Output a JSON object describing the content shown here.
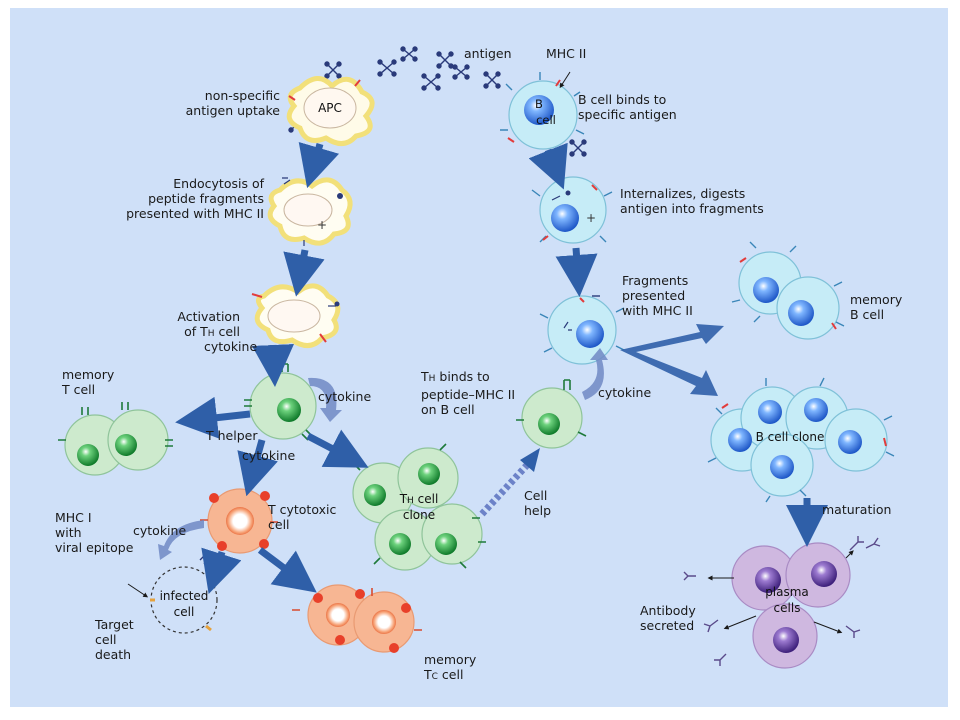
{
  "labels": {
    "antigen": "antigen",
    "mhc2_top": "MHC II",
    "b_binds": "B cell binds to\nspecific antigen",
    "nonspecific": "non-specific\nantigen uptake",
    "endocytosis": "Endocytosis of\npeptide fragments\npresented with MHC II",
    "activation_1": "Activation",
    "activation_2": "of T",
    "activation_sub": "H",
    "activation_3": " cell",
    "internalizes": "Internalizes, digests\nantigen into fragments",
    "fragments": "Fragments\npresented\nwith MHC II",
    "memory_b": "memory\nB cell",
    "cytokine_1": "cytokine",
    "cytokine_2": "cytokine",
    "cytokine_3": "cytokine",
    "cytokine_4": "cytokine",
    "cytokine_5": "cytokine",
    "memory_t": "memory\nT cell",
    "t_helper": "T helper",
    "th_binds_pre": "T",
    "th_binds_sub": "H",
    "th_binds_rest": " binds to\npeptide–MHC II\non B cell",
    "b_clone": "B cell clone",
    "t_cytotoxic": "T cytotoxic\ncell",
    "th_clone_pre": "T",
    "th_clone_sub": "H",
    "th_clone_rest": " cell\nclone",
    "cell_help": "Cell\nhelp",
    "maturation": "maturation",
    "mhc1": "MHC I\nwith\nviral epitope",
    "infected": "infected\ncell",
    "target_death": "Target\ncell\ndeath",
    "memory_tc_1": "memory",
    "memory_tc_2": "T",
    "memory_tc_sub": "C",
    "memory_tc_3": " cell",
    "antibody": "Antibody\nsecreted",
    "plasma": "plasma\ncells"
  },
  "cell_text": {
    "apc": "APC",
    "b_cell": "B\ncell"
  },
  "colors": {
    "background": "#cfe0f8",
    "arrow": "#2f5fa8",
    "apc_glow": "#f7e98a",
    "b_cell": "#c6ecf7",
    "t_helper": "#cdeacd",
    "t_cytotoxic": "#f7b693",
    "plasma": "#cfb8e0",
    "mhc_red": "#e23c3c"
  }
}
